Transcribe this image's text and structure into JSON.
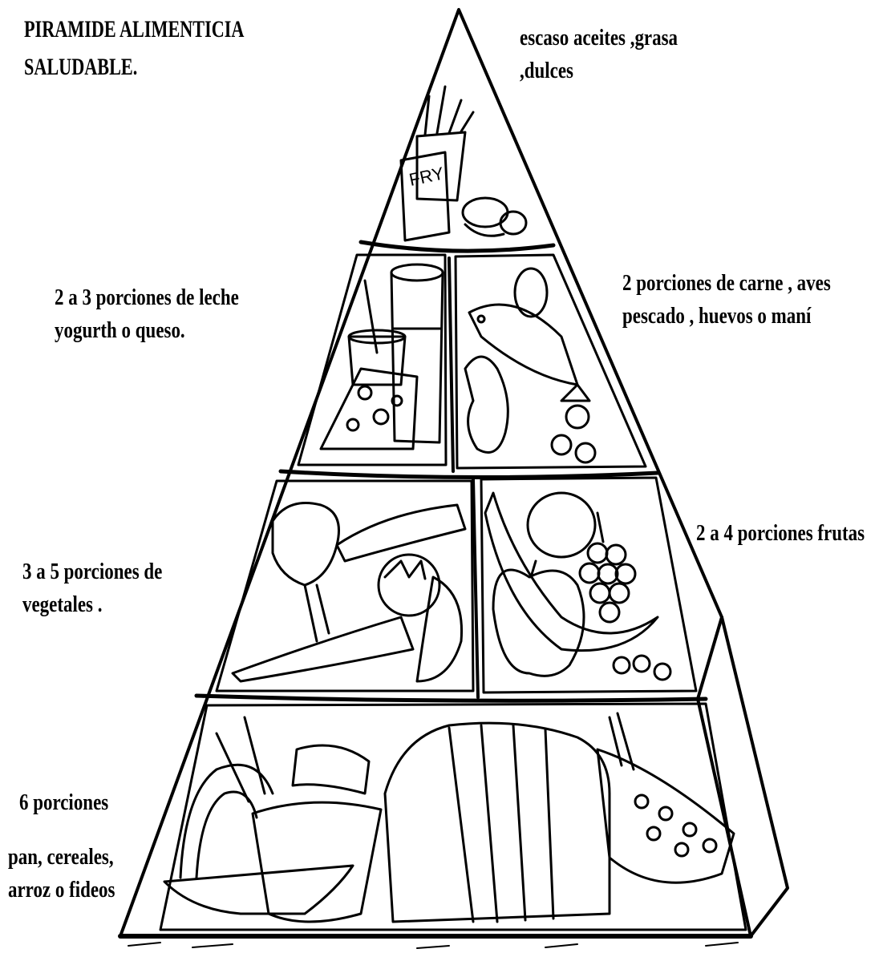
{
  "title": {
    "line1": "PIRAMIDE ALIMENTICIA",
    "line2": "SALUDABLE."
  },
  "levels": {
    "top": {
      "line1": "escaso aceites ,grasa",
      "line2": ",dulces"
    },
    "dairy": {
      "line1": "2 a 3 porciones de leche",
      "line2": "yogurth o queso."
    },
    "protein": {
      "line1": "2 porciones de  carne , aves",
      "line2": "pescado , huevos o maní"
    },
    "fruits": {
      "line1": "2 a 4  porciones frutas"
    },
    "vegetables": {
      "line1": "3 a 5 porciones de",
      "line2": "vegetales ."
    },
    "grains": {
      "line1": "6 porciones",
      "line2": "pan, cereales,",
      "line3": "arroz o fideos"
    }
  },
  "colors": {
    "ink": "#000000",
    "paper": "#ffffff"
  }
}
